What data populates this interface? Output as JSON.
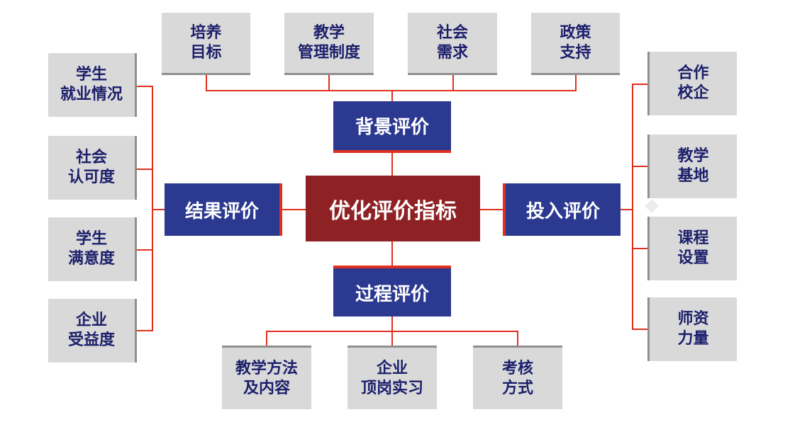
{
  "center": "优化评价指标",
  "branches": {
    "top": "背景评价",
    "bottom": "过程评价",
    "left": "结果评价",
    "right": "投入评价"
  },
  "top_items": [
    {
      "line1": "培养",
      "line2": "目标"
    },
    {
      "line1": "教学",
      "line2": "管理制度"
    },
    {
      "line1": "社会",
      "line2": "需求"
    },
    {
      "line1": "政策",
      "line2": "支持"
    }
  ],
  "bottom_items": [
    {
      "line1": "教学方法",
      "line2": "及内容"
    },
    {
      "line1": "企业",
      "line2": "顶岗实习"
    },
    {
      "line1": "考核",
      "line2": "方式"
    }
  ],
  "left_items": [
    {
      "line1": "学生",
      "line2": "就业情况"
    },
    {
      "line1": "社会",
      "line2": "认可度"
    },
    {
      "line1": "学生",
      "line2": "满意度"
    },
    {
      "line1": "企业",
      "line2": "受益度"
    }
  ],
  "right_items": [
    {
      "line1": "合作",
      "line2": "校企"
    },
    {
      "line1": "教学",
      "line2": "基地"
    },
    {
      "line1": "课程",
      "line2": "设置"
    },
    {
      "line1": "师资",
      "line2": "力量"
    }
  ],
  "colors": {
    "center_fill": "#8e2124",
    "branch_fill": "#2b3990",
    "connector": "#e0301e",
    "leaf_fill": "#d9d9d9",
    "leaf_text": "#1c1f6b"
  }
}
